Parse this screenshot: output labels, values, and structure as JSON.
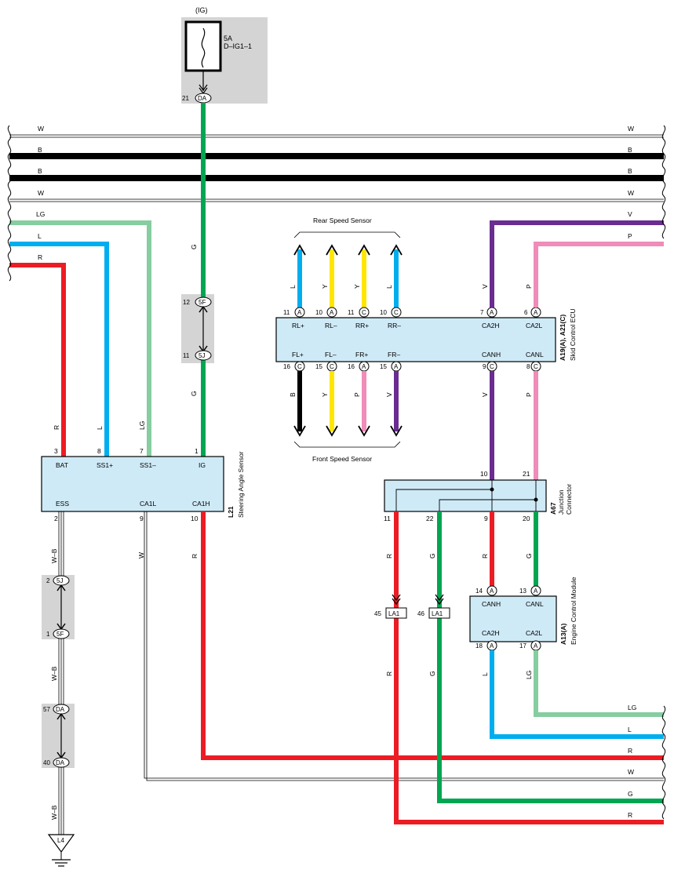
{
  "fuse": {
    "supply": "(IG)",
    "rating": "5A",
    "name": "D–IG1–1",
    "terminal": {
      "pin": "21",
      "conn": "DA"
    }
  },
  "bus_wires": {
    "left_labels": [
      "W",
      "B",
      "B",
      "W",
      "LG",
      "L",
      "R"
    ],
    "right_labels": [
      "W",
      "B",
      "B",
      "W",
      "V",
      "P"
    ]
  },
  "ig_wire": {
    "color_label_top": "G",
    "color_label_bottom": "G"
  },
  "ig_junction": {
    "top_pin": "12",
    "top_conn": "5F",
    "bottom_pin": "11",
    "bottom_conn": "5J"
  },
  "steering_sensor": {
    "code": "L21",
    "name": "Steering Angle Sensor",
    "top_pins": [
      {
        "pin": "3",
        "label": "BAT",
        "wire": "R"
      },
      {
        "pin": "8",
        "label": "SS1+",
        "wire": "L"
      },
      {
        "pin": "7",
        "label": "SS1–",
        "wire": "LG"
      },
      {
        "pin": "1",
        "label": "IG",
        "wire": "G"
      }
    ],
    "bottom_pins": [
      {
        "pin": "2",
        "label": "ESS",
        "wire": "W–B"
      },
      {
        "pin": "9",
        "label": "CA1L",
        "wire": "W"
      },
      {
        "pin": "10",
        "label": "CA1H",
        "wire": "R"
      }
    ]
  },
  "ground_path": {
    "wire_labels": [
      "W–B",
      "W–B",
      "W–B"
    ],
    "junctions": [
      {
        "top_pin": "2",
        "top_conn": "5J",
        "bottom_pin": "1",
        "bottom_conn": "5F"
      },
      {
        "top_pin": "57",
        "top_conn": "DA",
        "bottom_pin": "40",
        "bottom_conn": "DA"
      }
    ],
    "ground": "L4"
  },
  "skid_ecu": {
    "code": "A19(A), A21(C)",
    "name": "Skid Control ECU",
    "rear_sensor": "Rear Speed Sensor",
    "front_sensor": "Front Speed Sensor",
    "top_pins": [
      {
        "pin": "11",
        "conn": "A",
        "label": "RL+",
        "wire": "L"
      },
      {
        "pin": "10",
        "conn": "A",
        "label": "RL–",
        "wire": "Y"
      },
      {
        "pin": "11",
        "conn": "C",
        "label": "RR+",
        "wire": "Y"
      },
      {
        "pin": "10",
        "conn": "C",
        "label": "RR–",
        "wire": "L"
      },
      {
        "pin": "7",
        "conn": "A",
        "label": "CA2H",
        "wire": "V"
      },
      {
        "pin": "6",
        "conn": "A",
        "label": "CA2L",
        "wire": "P"
      }
    ],
    "bottom_pins": [
      {
        "pin": "16",
        "conn": "C",
        "label": "FL+",
        "wire": "B"
      },
      {
        "pin": "15",
        "conn": "C",
        "label": "FL–",
        "wire": "Y"
      },
      {
        "pin": "16",
        "conn": "A",
        "label": "FR+",
        "wire": "P"
      },
      {
        "pin": "15",
        "conn": "A",
        "label": "FR–",
        "wire": "V"
      },
      {
        "pin": "9",
        "conn": "C",
        "label": "CANH",
        "wire": "V"
      },
      {
        "pin": "8",
        "conn": "C",
        "label": "CANL",
        "wire": "P"
      }
    ]
  },
  "junction_connector": {
    "code": "A67",
    "name_line1": "Junction",
    "name_line2": "Connector",
    "top_pins": [
      "10",
      "21"
    ],
    "bottom_pins": [
      "11",
      "22",
      "9",
      "20"
    ],
    "bottom_wires": [
      "R",
      "G",
      "R",
      "G"
    ]
  },
  "la1_connectors": [
    {
      "pin": "45",
      "conn": "LA1",
      "wire_below": "R"
    },
    {
      "pin": "46",
      "conn": "LA1",
      "wire_below": "G"
    }
  ],
  "ecm": {
    "code": "A13(A)",
    "name": "Engine Control Module",
    "top_pins": [
      {
        "pin": "14",
        "conn": "A",
        "label": "CANH"
      },
      {
        "pin": "13",
        "conn": "A",
        "label": "CANL"
      }
    ],
    "bottom_pins": [
      {
        "pin": "18",
        "conn": "A",
        "label": "CA2H",
        "wire": "L"
      },
      {
        "pin": "17",
        "conn": "A",
        "label": "CA2L",
        "wire": "LG"
      }
    ]
  },
  "bottom_right_labels": [
    "LG",
    "L",
    "R",
    "W",
    "G",
    "R"
  ],
  "colors": {
    "red": "#ec1c24",
    "green": "#00a651",
    "blue": "#00aeef",
    "lightgreen": "#86cda0",
    "purple": "#6a2c91",
    "pink": "#f08cb8",
    "yellow": "#ffe600",
    "box_fill": "#cfeaf7",
    "shade": "#d4d4d4"
  }
}
